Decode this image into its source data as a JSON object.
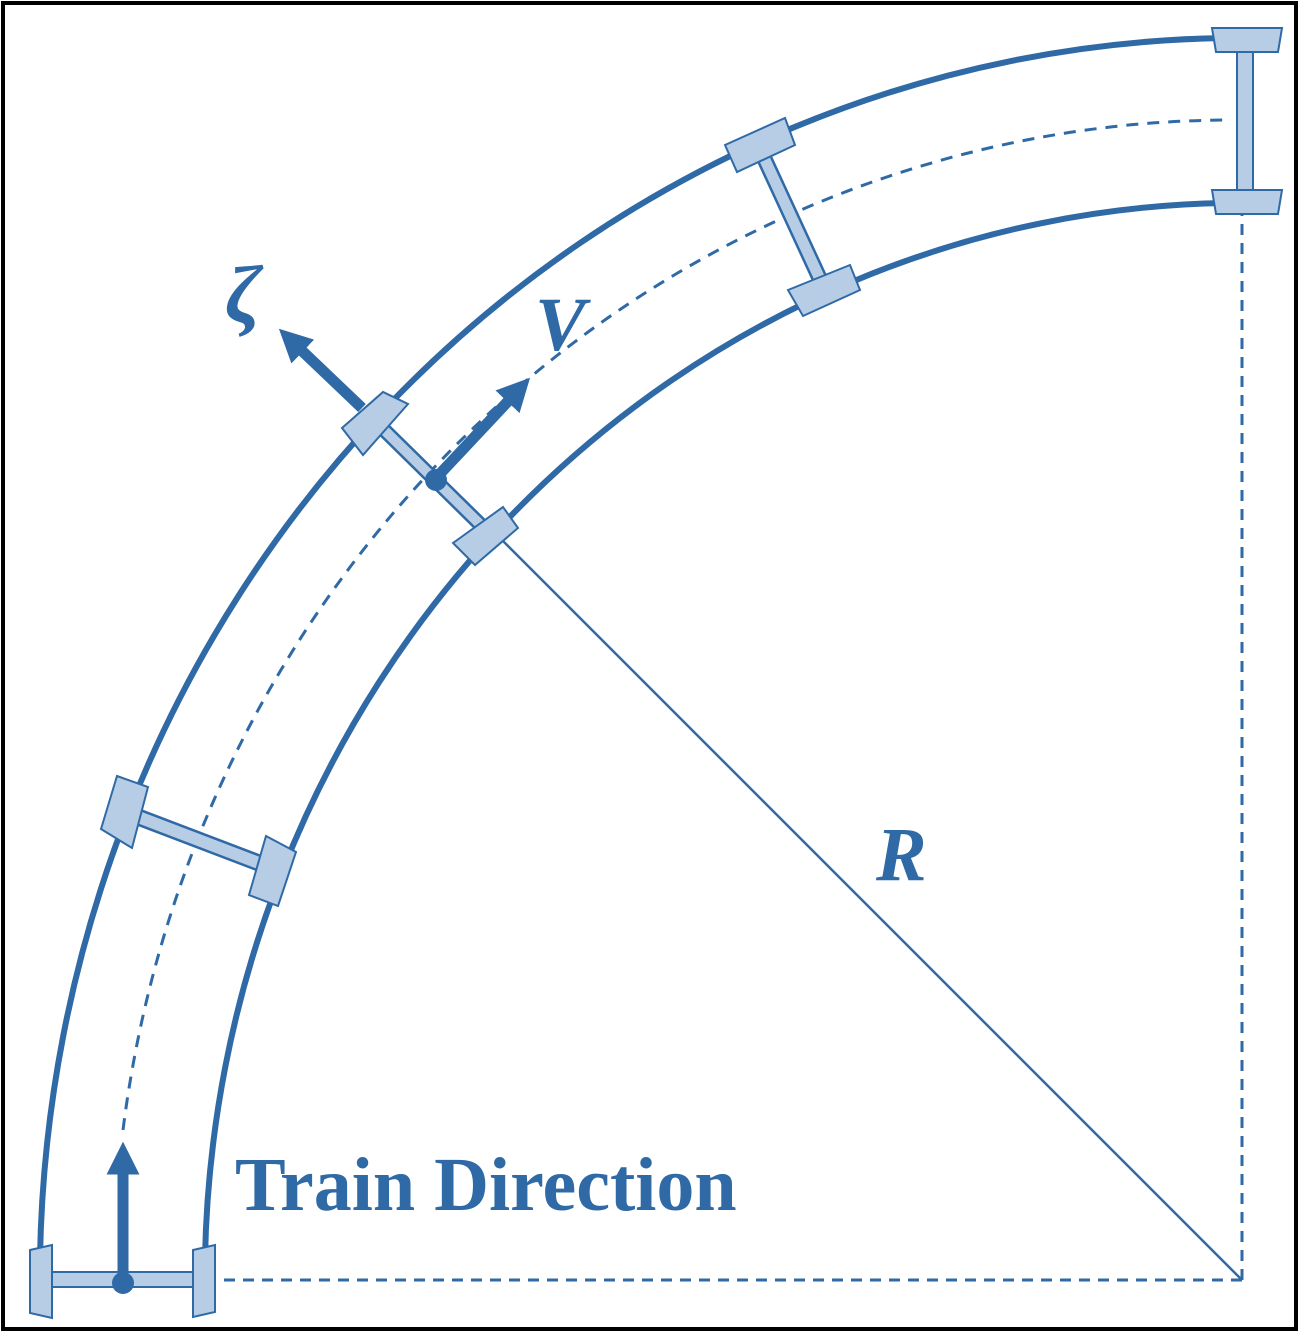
{
  "colors": {
    "primary": "#2f6aa6",
    "light": "#b7cde6",
    "frame": "#000000",
    "background": "#ffffff"
  },
  "labels": {
    "zeta": "ζ",
    "velocity": "V",
    "radius": "R",
    "train_direction": "Train Direction"
  }
}
